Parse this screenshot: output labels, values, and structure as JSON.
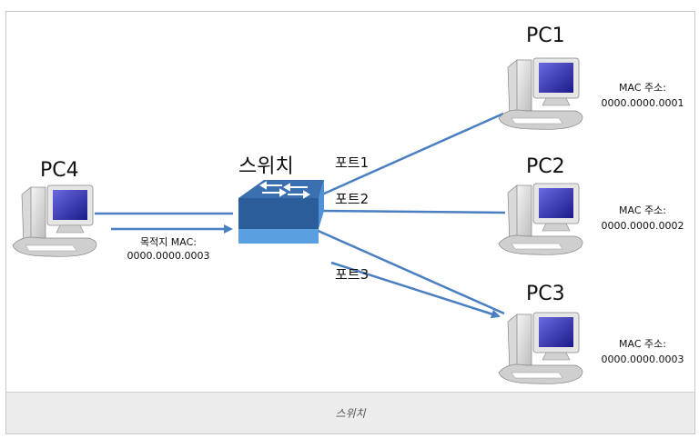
{
  "switch_label": "스위치",
  "ports": [
    "포트1",
    "포트2",
    "포트3"
  ],
  "pcs": [
    {
      "name": "PC1",
      "mac_label": "MAC 주소:",
      "mac": "0000.0000.0001"
    },
    {
      "name": "PC2",
      "mac_label": "MAC 주소:",
      "mac": "0000.0000.0002"
    },
    {
      "name": "PC3",
      "mac_label": "MAC 주소:",
      "mac": "0000.0000.0003"
    },
    {
      "name": "PC4"
    }
  ],
  "frame_dest": {
    "label": "목적지 MAC:",
    "mac": "0000.0000.0003"
  },
  "caption": "스위치",
  "colors": {
    "link": "#4a7fc1",
    "switch_top": "#3a6fb0",
    "switch_front": "#2b5d9a",
    "switch_side": "#4f91d6"
  }
}
